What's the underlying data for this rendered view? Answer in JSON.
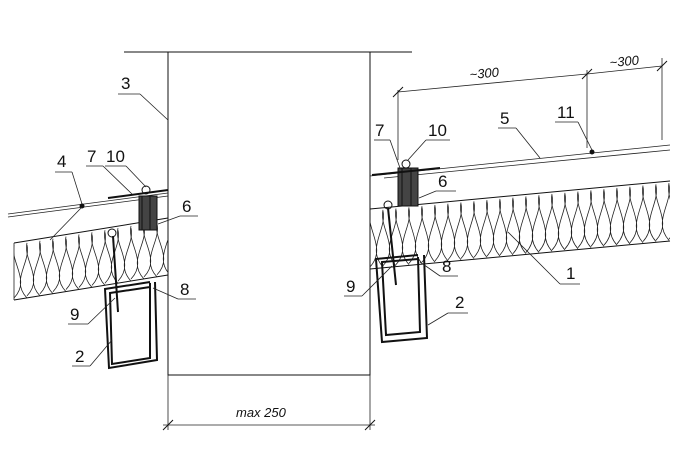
{
  "labels": {
    "l1": "1",
    "l2a": "2",
    "l2b": "2",
    "l3": "3",
    "l4": "4",
    "l5": "5",
    "l6a": "6",
    "l6b": "6",
    "l7a": "7",
    "l7b": "7",
    "l8a": "8",
    "l8b": "8",
    "l9a": "9",
    "l9b": "9",
    "l10a": "10",
    "l10b": "10",
    "l11": "11"
  },
  "dimensions": {
    "spacing_a": "~300",
    "spacing_b": "~300",
    "max_width": "max 250"
  }
}
